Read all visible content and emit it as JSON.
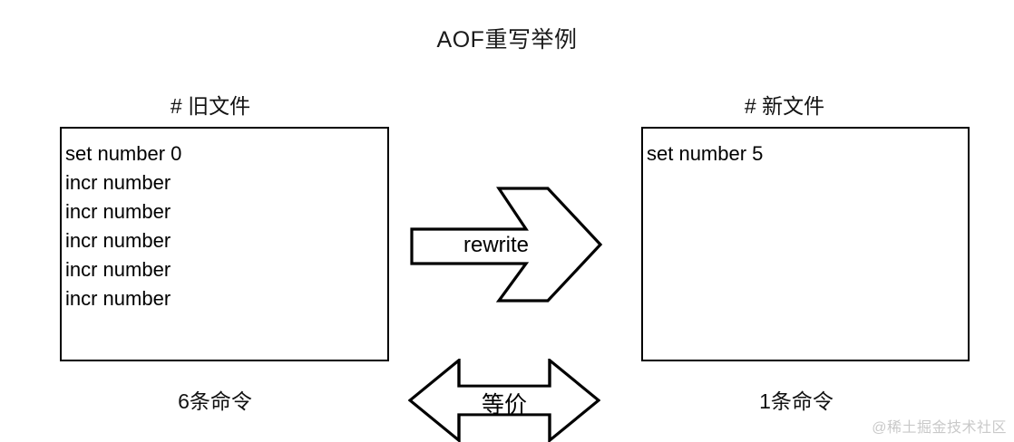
{
  "title": "AOF重写举例",
  "old_panel": {
    "header": "# 旧文件",
    "lines": [
      "set number 0",
      "incr number",
      "incr number",
      "incr number",
      "incr number",
      "incr number"
    ],
    "caption": "6条命令"
  },
  "new_panel": {
    "header": "# 新文件",
    "lines": [
      "set number 5"
    ],
    "caption": "1条命令"
  },
  "arrows": [
    {
      "name": "rewrite-arrow",
      "label": "rewrite",
      "direction": "right"
    },
    {
      "name": "equivalence-arrow",
      "label": "等价",
      "direction": "both"
    }
  ],
  "watermark": "@稀土掘金技术社区",
  "colors": {
    "background": "#ffffff",
    "stroke": "#000000",
    "text": "#000000",
    "watermark": "#c9c9c9"
  }
}
